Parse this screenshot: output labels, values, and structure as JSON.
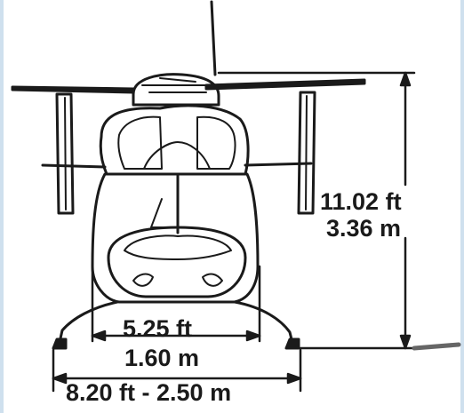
{
  "dimensions": {
    "height_ft": "11.02 ft",
    "height_m": "3.36 m",
    "skid_track_ft": "5.25 ft",
    "skid_track_m": "1.60 m",
    "overall_width": "8.20 ft - 2.50 m"
  },
  "colors": {
    "line": "#1a1a1a",
    "background": "#ffffff",
    "frame": "#cfe0ee"
  }
}
